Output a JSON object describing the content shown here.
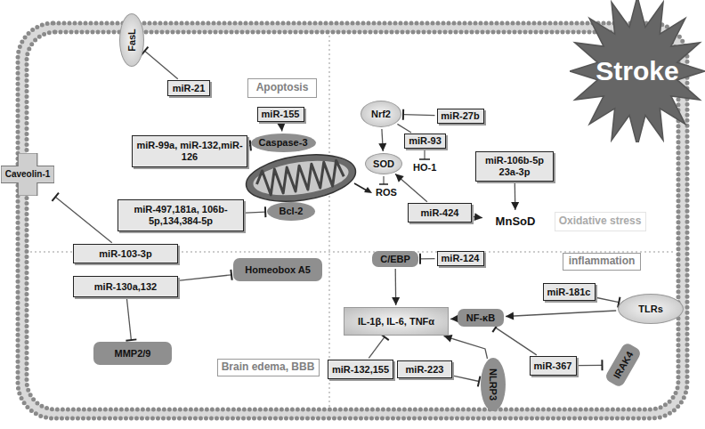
{
  "diagram": {
    "nodes": [
      {
        "text": [
          "FasL"
        ]
      },
      {
        "text": [
          "miR-21"
        ]
      },
      {
        "text": [
          "Apoptosis"
        ]
      },
      {
        "text": [
          "miR-155"
        ]
      },
      {
        "text": [
          "Caspase-3"
        ]
      },
      {
        "text": [
          "miR-99a, miR-132,miR-126"
        ]
      },
      {
        "text": [
          "Bcl-2"
        ]
      },
      {
        "text": [
          "miR-497,181a, 106b-5p,134,384-5p"
        ]
      },
      {
        "text": [
          "Caveolin-1"
        ]
      },
      {
        "text": [
          "Nrf2"
        ]
      },
      {
        "text": [
          "miR-27b"
        ]
      },
      {
        "text": [
          "miR-93"
        ]
      },
      {
        "text": [
          "SOD"
        ]
      },
      {
        "text": [
          "miR-106b-5p 23a-3p"
        ]
      },
      {
        "text": [
          "miR-424"
        ]
      },
      {
        "text": [
          "MnSoD"
        ]
      },
      {
        "text": [
          "Oxidative stress"
        ]
      },
      {
        "text": [
          "Stroke"
        ]
      },
      {
        "text": [
          "miR-103-3p"
        ]
      },
      {
        "text": [
          "Homeobox A5"
        ]
      },
      {
        "text": [
          "miR-130a,132"
        ]
      },
      {
        "text": [
          "MMP2/9"
        ]
      },
      {
        "text": [
          "Brain edema, BBB"
        ]
      },
      {
        "text": [
          "C/EBP"
        ]
      },
      {
        "text": [
          "miR-124"
        ]
      },
      {
        "text": [
          "inflammation"
        ]
      },
      {
        "text": [
          "miR-181c"
        ]
      },
      {
        "text": [
          "TLRs"
        ]
      },
      {
        "text": [
          "IL-1β, IL-6, TNFα"
        ]
      },
      {
        "text": [
          "NF-κB"
        ]
      },
      {
        "text": [
          "miR-132,155"
        ]
      },
      {
        "text": [
          "miR-223"
        ]
      },
      {
        "text": [
          "NLRP3"
        ]
      },
      {
        "text": [
          "miR-367"
        ]
      },
      {
        "text": [
          "IRAK4"
        ]
      }
    ],
    "edges": [
      {
        "from": 1,
        "to": 0,
        "arrow": "to"
      },
      {
        "from": 3,
        "to": 4,
        "arrow": "to"
      },
      {
        "from": 5,
        "to": 4,
        "arrow": "to"
      },
      {
        "from": 7,
        "to": 6,
        "arrow": "to"
      },
      {
        "from": 18,
        "to": 8,
        "arrow": "to"
      },
      {
        "from": 20,
        "to": 19,
        "arrow": "to"
      },
      {
        "from": 20,
        "to": 21,
        "arrow": "to"
      },
      {
        "from": 10,
        "to": 9,
        "arrow": "to"
      },
      {
        "from": 9,
        "to": 12,
        "arrow": "to"
      },
      {
        "from": 9,
        "to": 11,
        "arrow": "none"
      },
      {
        "from": 14,
        "to": 12,
        "arrow": "to"
      },
      {
        "from": 14,
        "to": 15,
        "arrow": "to"
      },
      {
        "from": 13,
        "to": 15,
        "arrow": "to"
      },
      {
        "from": 24,
        "to": 23,
        "arrow": "to"
      },
      {
        "from": 23,
        "to": 28,
        "arrow": "to"
      },
      {
        "from": 26,
        "to": 27,
        "arrow": "to"
      },
      {
        "from": 27,
        "to": 29,
        "arrow": "to"
      },
      {
        "from": 29,
        "to": 28,
        "arrow": "to"
      },
      {
        "from": 33,
        "to": 29,
        "arrow": "to"
      },
      {
        "from": 33,
        "to": 34,
        "arrow": "to"
      },
      {
        "from": 30,
        "to": 28,
        "arrow": "to"
      },
      {
        "from": 31,
        "to": 32,
        "arrow": "to"
      },
      {
        "from": 32,
        "to": 28,
        "arrow": "to"
      }
    ],
    "labels": [
      "ROS",
      "HO-1"
    ]
  }
}
